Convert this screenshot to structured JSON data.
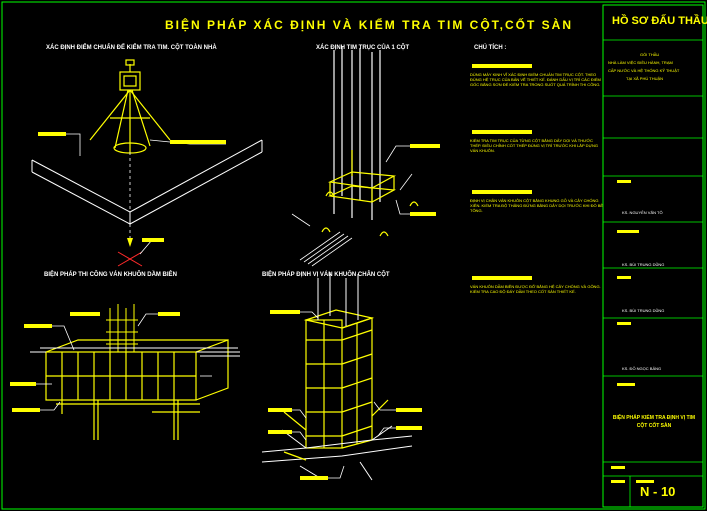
{
  "drawing": {
    "title": "BIỆN PHÁP XÁC  ĐỊNH VÀ KIỂM TRA TIM CỘT,CỐT SÀN",
    "sections": {
      "top_left": "XÁC ĐỊNH ĐIỂM CHUẨN ĐỂ KIỂM TRA TIM. CỘT TOÀN NHÀ",
      "top_middle": "XÁC ĐỊNH TIM TRỤC CỦA 1 CỘT",
      "bottom_left": "BIỆN PHÁP THI CÔNG VÁN KHUÔN DẦM BIÊN",
      "bottom_middle": "BIỆN PHÁP ĐỊNH VỊ VÁN KHUÔN CHÂN CỘT"
    },
    "notes_heading": "CHÚ TÍCH :",
    "notes": [
      "DÙNG MÁY KINH VĨ XÁC ĐỊNH ĐIỂM CHUẨN TIM TRỤC CỘT. THEO ĐÚNG HỆ TRỤC CỦA BẢN VẼ THIẾT KẾ. ĐÁNH DẤU VỊ TRÍ CÁC ĐIỂM GỐC BẰNG SƠN ĐỂ KIỂM TRA TRONG SUỐT QUÁ TRÌNH THI CÔNG.",
      "KIỂM TRA TIM TRỤC CỦA TỪNG CỘT BẰNG DÂY DỌI VÀ THƯỚC THÉP. ĐIỀU CHỈNH CỐT THÉP ĐÚNG VỊ TRÍ TRƯỚC KHI LẮP DỰNG VÁN KHUÔN.",
      "ĐỊNH VỊ CHÂN VÁN KHUÔN CỘT BẰNG KHUNG GỖ VÀ CÂY CHỐNG XIÊN. KIỂM TRA ĐỘ THẲNG ĐỨNG BẰNG DÂY DỌI TRƯỚC KHI ĐỔ BÊ TÔNG.",
      "VÁN KHUÔN DẦM BIÊN ĐƯỢC ĐỠ BẰNG HỆ CÂY CHỐNG VÀ GÔNG. KIỂM TRA CAO ĐỘ ĐÁY DẦM THEO CỐT SÀN THIẾT KẾ."
    ]
  },
  "title_block": {
    "firm": "HỒ SƠ ĐẤU THẦU",
    "project_lines": [
      "GÓI THẦU",
      "NHÀ LÀM VIỆC ĐIỀU HÀNH, TRẠM",
      "CẤP NƯỚC VÀ HỆ THỐNG KỸ THUẬT",
      "TẠI XÃ PHÚ THUẬN"
    ],
    "names": [
      "KS. NGUYỄN VĂN TÔ",
      "KS. BÙI TRUNG DŨNG",
      "KS. BÙI TRUNG DŨNG",
      "KS. ĐỖ NGỌC BẢNG"
    ],
    "drawing_name": "BIỆN PHÁP KIỂM TRA ĐỊNH VỊ TIM CỘT CỐT SÀN",
    "sheet_number": "N - 10"
  },
  "colors": {
    "background": "#000000",
    "line_primary": "#ffff00",
    "line_secondary": "#ffffff",
    "frame": "#00ff00"
  }
}
